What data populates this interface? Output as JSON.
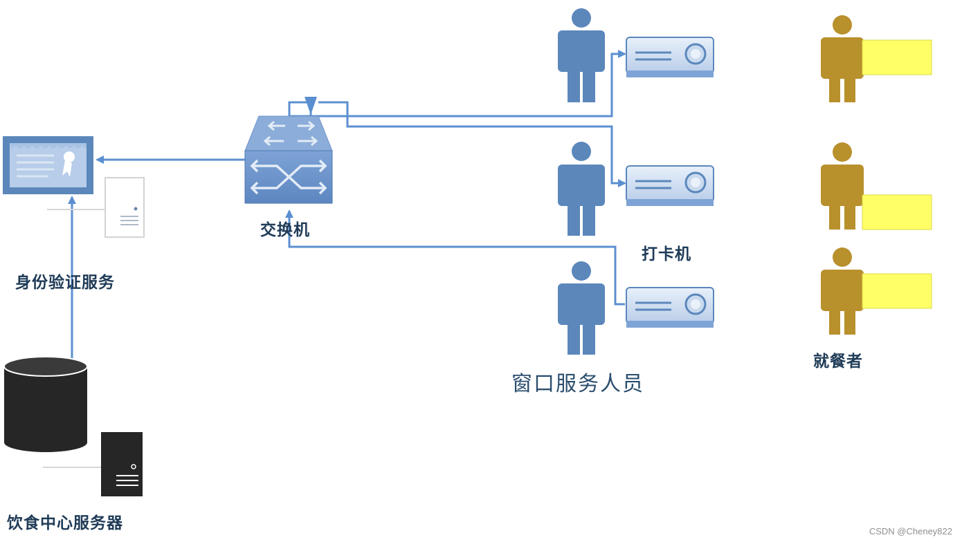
{
  "labels": {
    "auth_service": "身份验证服务",
    "switch": "交换机",
    "card_machine": "打卡机",
    "window_staff": "窗口服务人员",
    "diners": "就餐者",
    "food_server": "饮食中心服务器"
  },
  "watermark": "CSDN @Cheney822",
  "colors": {
    "staff_blue": "#5b87bb",
    "line_blue": "#5b8fd0",
    "diner_gold": "#b8902c",
    "diner_card": "#ffff66",
    "database": "#262626",
    "device_fill": "#8fb0dc",
    "device_body": "#dfe8f4"
  },
  "icons": [
    "cpu-certificate-icon",
    "server-icon",
    "database-icon",
    "network-switch-icon",
    "person-icon",
    "projector-card-reader-icon"
  ]
}
